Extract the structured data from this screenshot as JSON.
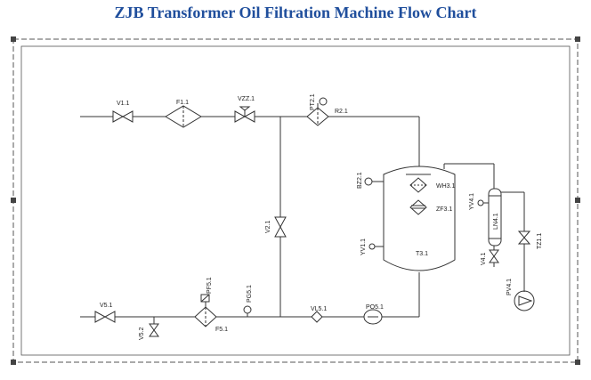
{
  "title": "ZJB Transformer Oil Filtration Machine Flow Chart",
  "colors": {
    "title": "#1f4e9c",
    "line": "#333333",
    "border": "#555555"
  },
  "labels": {
    "v11": "V1.1",
    "f11": "F1.1",
    "vzz1": "VZZ.1",
    "pt21": "PT2.1",
    "r21": "R2.1",
    "v21": "V2.1",
    "bz21": "BZ2.1",
    "wh31": "WH3.1",
    "zf31": "ZF3.1",
    "yv1": "YV1.1",
    "t31": "T3.1",
    "yv41": "YV4.1",
    "ln41": "LN4.1",
    "v41": "V4.1",
    "tz1": "TZ1.1",
    "pv41": "PV4.1",
    "v51": "V5.1",
    "v52": "V5.2",
    "pf51": "PF5.1",
    "f51": "F5.1",
    "pg51": "PG5.1",
    "vl51": "VL5.1",
    "po51": "PO5.1"
  }
}
